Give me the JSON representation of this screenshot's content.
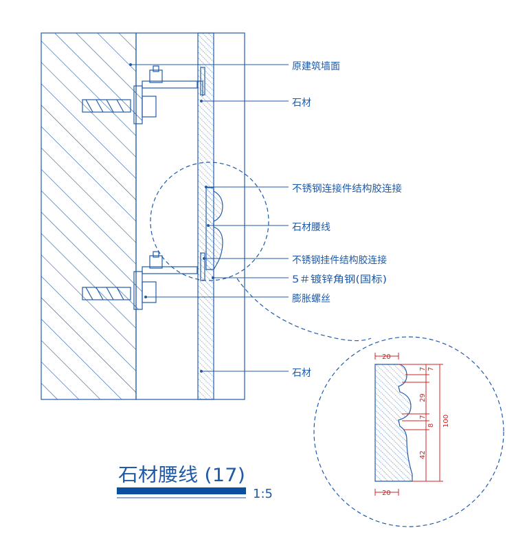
{
  "labels": {
    "wall_face": "原建筑墙面",
    "stone_top": "石材",
    "connector": "不锈钢连接件结构胶连接",
    "waist_line": "石材腰线",
    "hanger": "不锈钢挂件结构胶连接",
    "angle_steel": "5＃镀锌角钢(国标)",
    "expansion_bolt": "膨胀螺丝",
    "stone_bottom": "石材"
  },
  "dimensions": {
    "top_width": "20",
    "bottom_width": "20",
    "d1": "7",
    "d2": "7",
    "d3": "29",
    "d4": "7",
    "d5": "8",
    "d6": "42",
    "total": "100"
  },
  "title": {
    "text": "石材腰线 (17)",
    "scale": "1:5"
  },
  "colors": {
    "line": "#1f5aa8",
    "dimension": "#d32020"
  }
}
